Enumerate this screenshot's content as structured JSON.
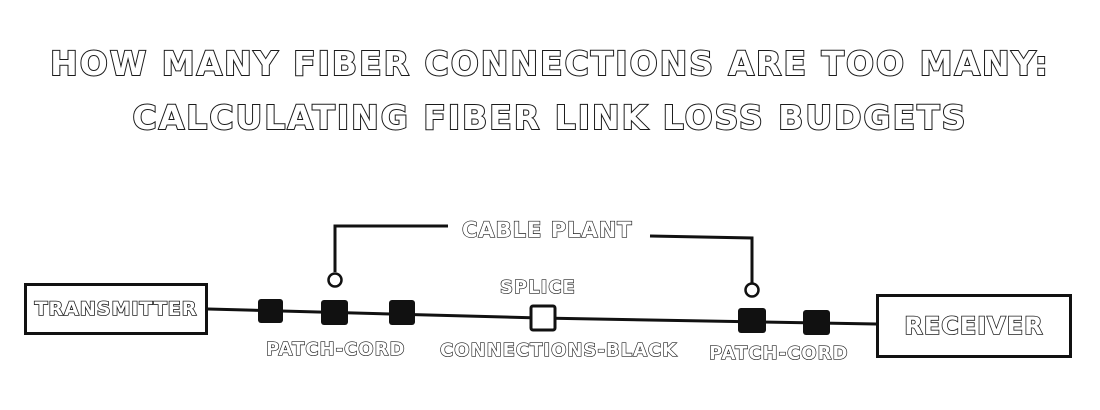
{
  "title": {
    "line1": "HOW MANY FIBER CONNECTIONS ARE TOO MANY:",
    "line2": "CALCULATING FIBER LINK LOSS BUDGETS"
  },
  "diagram": {
    "transmitter": "TRANSMITTER",
    "receiver": "RECEIVER",
    "cable_plant": "CABLE PLANT",
    "splice": "SPLICE",
    "patch_cord_left": "PATCH-CORD",
    "connections": "CONNECTIONS-BLACK",
    "patch_cord_right": "PATCH-CORD"
  },
  "colors": {
    "ink": "#111111",
    "background": "#ffffff"
  }
}
